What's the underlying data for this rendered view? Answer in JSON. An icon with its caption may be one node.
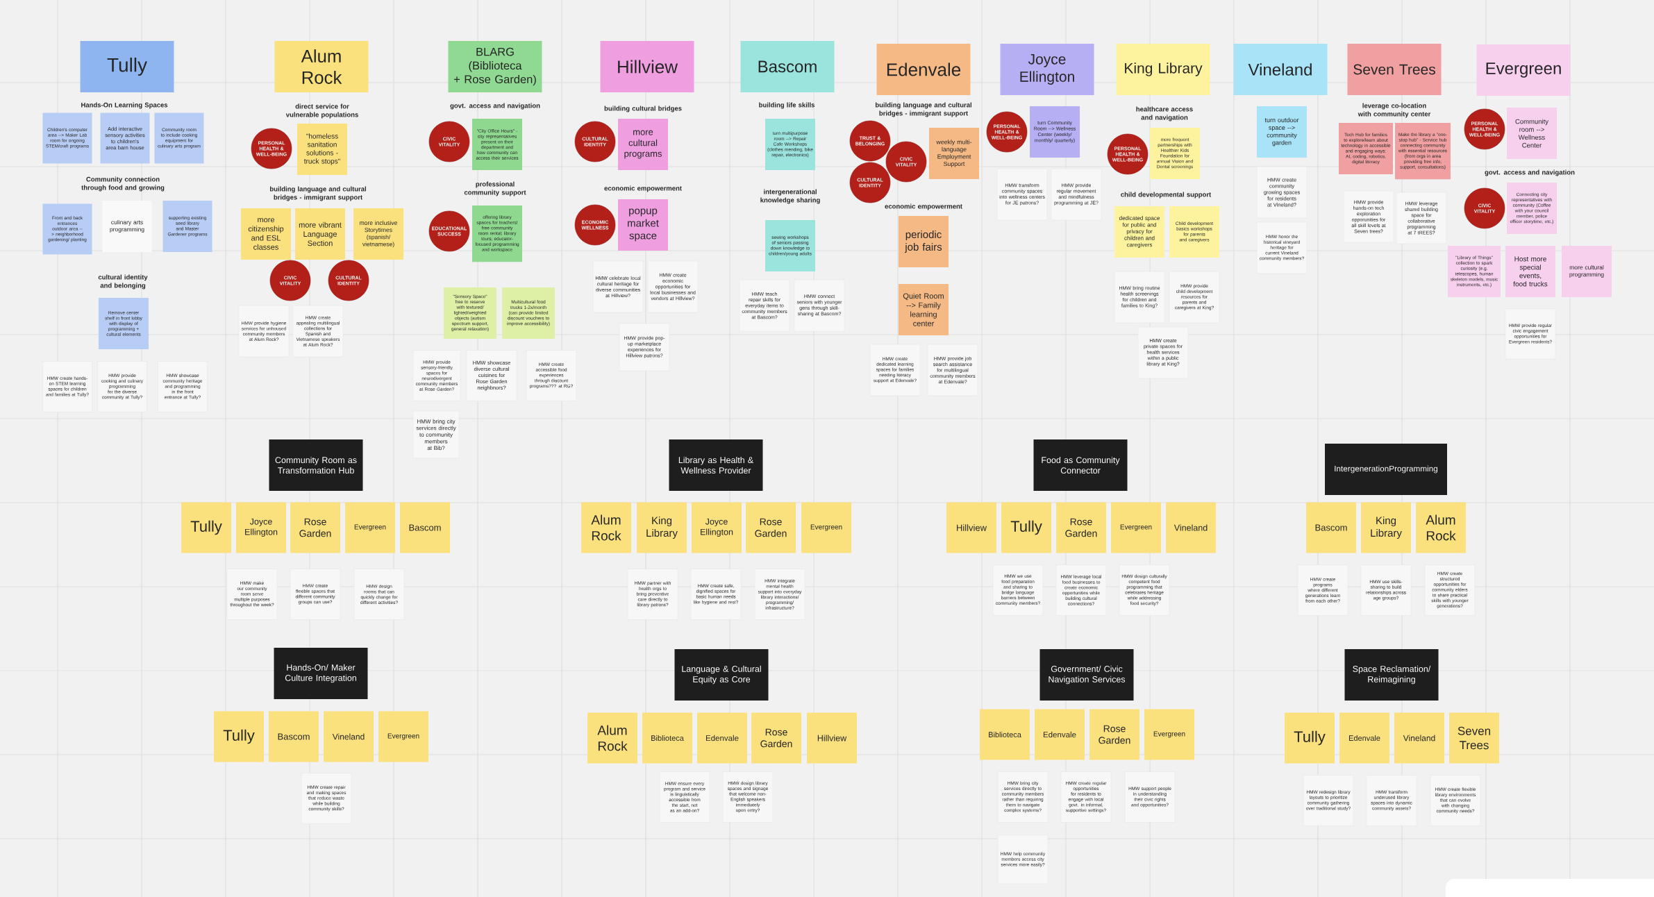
{
  "diagram": {
    "nodes": [
      {
        "text": [
          "Tully"
        ]
      },
      {
        "text": [
          "Children's computer area --> Maker Lab room for ongoing STEM/craft programs"
        ]
      },
      {
        "text": [
          "Add interactive sensory activities to children's area barn house"
        ]
      },
      {
        "text": [
          "Community room to include cooking equipment for culinary arts program"
        ]
      },
      {
        "text": [
          "Front and back entrances outdoor area --> neighborhood gardening/ planting"
        ]
      },
      {
        "text": [
          "culinary arts programming"
        ]
      },
      {
        "text": [
          "supporting existing seed library and Master Gardener programs"
        ]
      },
      {
        "text": [
          "Remove center shelf in front lobby with display of programming + cultural elements"
        ]
      },
      {
        "text": [
          "HMW create hands-on STEM learning spaces for children and families at Tully?"
        ]
      },
      {
        "text": [
          "HMW provide cooking and culinary programming for the diverse community at Tully?"
        ]
      },
      {
        "text": [
          "HMW showcase community heritage and programming in the front entrance at Tully?"
        ]
      },
      {
        "text": [
          "Alum Rock"
        ]
      },
      {
        "text": [
          "PERSONAL HEALTH & WELL-BEING"
        ]
      },
      {
        "text": [
          "\"homeless sanitation solutions - truck stops\""
        ]
      },
      {
        "text": [
          "more citizenship and ESL classes"
        ]
      },
      {
        "text": [
          "more vibrant Language Section"
        ]
      },
      {
        "text": [
          "more inclusive Storytimes (spanish/ vietnamese)"
        ]
      },
      {
        "text": [
          "CIVIC VITALITY"
        ]
      },
      {
        "text": [
          "CULTURAL IDENTITY"
        ]
      },
      {
        "text": [
          "HMW provide hygiene services for unhoused community members at Alum Rock?"
        ]
      },
      {
        "text": [
          "HMW create appealing multilingual collections for Spanish and Vietnamese speakers at Alum Rock?"
        ]
      },
      {
        "text": [
          "BLARG (Biblioteca + Rose Garden)"
        ]
      },
      {
        "text": [
          "CIVIC VITALITY"
        ]
      },
      {
        "text": [
          "\"City Office Hours\" - city representatives present on their department and how community can access their services"
        ]
      },
      {
        "text": [
          "EDUCATIONAL SUCCESS"
        ]
      },
      {
        "text": [
          "offering library spaces for teachers! free community room rental; library tours; educator-focused programming and workspace"
        ]
      },
      {
        "text": [
          "\"Sensory Space\" free to reserve with textured/lighted/weighted objects (autism spectrum support, general relaxation)"
        ]
      },
      {
        "text": [
          "Multicultural food trucks 1-2x/month (can provide limited discount vouchers to improve accessibility)"
        ]
      },
      {
        "text": [
          "HMW provide sensory-friendly spaces for neurodivergent community members at Rose Garden?"
        ]
      },
      {
        "text": [
          "HMW showcase diverse cultural cuisines for Rose Garden neighbnors?"
        ]
      },
      {
        "text": [
          "HMW create accessible food experiences through discount programs??? at RG?"
        ]
      },
      {
        "text": [
          "HMW bring city services directly to community members at Bib?"
        ]
      },
      {
        "text": [
          "Hillview"
        ]
      },
      {
        "text": [
          "CULTURAL IDENTITY"
        ]
      },
      {
        "text": [
          "more cultural programs"
        ]
      },
      {
        "text": [
          "ECONOMIC WELLNESS"
        ]
      },
      {
        "text": [
          "popup market space"
        ]
      },
      {
        "text": [
          "HMW celebrate local cultural heritage for diverse communities at Hillview?"
        ]
      },
      {
        "text": [
          "HMW create economic opportunities for local businesses and vendors at Hillview?"
        ]
      },
      {
        "text": [
          "HMW provide pop-up marketplace experiences for Hillview patrons?"
        ]
      },
      {
        "text": [
          "Bascom"
        ]
      },
      {
        "text": [
          "turn multipurpose room --> Repair Cafe Workshops (clothes mending, bike repair, electronics)"
        ]
      },
      {
        "text": [
          "sewing workshops of seniors passing down knowledge to children/young adults"
        ]
      },
      {
        "text": [
          "HMW teach repair skills for everyday items to community members at Bascom?"
        ]
      },
      {
        "text": [
          "HMW connect seniors with younger gens through skill-sharing at Bascom?"
        ]
      },
      {
        "text": [
          "Edenvale"
        ]
      },
      {
        "text": [
          "TRUST & BELONGING"
        ]
      },
      {
        "text": [
          "CIVIC VITALITY"
        ]
      },
      {
        "text": [
          "CULTURAL IDENTITY"
        ]
      },
      {
        "text": [
          "weekly multi-language Employment Support"
        ]
      },
      {
        "text": [
          "periodic job fairs"
        ]
      },
      {
        "text": [
          "Quiet Room --> Family learning center"
        ]
      },
      {
        "text": [
          "HMW create dedicated learning spaces for families needing literacy support at Edenvale?"
        ]
      },
      {
        "text": [
          "HMW provide job search assistance for multilingual community members at Edenvale?"
        ]
      },
      {
        "text": [
          "Joyce Ellington"
        ]
      },
      {
        "text": [
          "PERSONAL HEALTH & WELL-BEING"
        ]
      },
      {
        "text": [
          "turn Community Room --> Wellness Center (weekly/monthly/ quarterly)"
        ]
      },
      {
        "text": [
          "HMW transform community spaces into wellness centers for JE patrons?"
        ]
      },
      {
        "text": [
          "HMW provide regular movement and mindfulness programming at JE?"
        ]
      },
      {
        "text": [
          "King Library"
        ]
      },
      {
        "text": [
          "PERSONAL HEALTH & WELL-BEING"
        ]
      },
      {
        "text": [
          "more frequent partnerships with Healthier Kids Foundation for annual Vision and Dental screenings"
        ]
      },
      {
        "text": [
          "dedicated space for public and privacy for children and caregivers"
        ]
      },
      {
        "text": [
          "Child development basics workshops for parents and caregivers"
        ]
      },
      {
        "text": [
          "HMW bring routine health screenings for children and families to King?"
        ]
      },
      {
        "text": [
          "HMW provide child development resources for parents and caregivers at King?"
        ]
      },
      {
        "text": [
          "HMW create private spaces for health services within a public library at King?"
        ]
      },
      {
        "text": [
          "Vineland"
        ]
      },
      {
        "text": [
          "turn outdoor space --> community garden"
        ]
      },
      {
        "text": [
          "HMW create community growing spaces for residents at Vineland?"
        ]
      },
      {
        "text": [
          "HMW honor the historical vineyard heritage for current Vineland community members?"
        ]
      },
      {
        "text": [
          "Seven Trees"
        ]
      },
      {
        "text": [
          "Tech Hub for families to explore/learn about technology in accessible and engaging ways: AI, coding, robotics, digital literacy"
        ]
      },
      {
        "text": [
          "Make the library a \"one-stop hub\" - Service hub connecting community with essential resources (from orgs in area providing free info, support, consultations)"
        ]
      },
      {
        "text": [
          "HMW provide hands-on tech exploration opporunities for all skill levels at Seven trees?"
        ]
      },
      {
        "text": [
          "HMW leverage shared building space for collaborative programming at 7 tREES?"
        ]
      },
      {
        "text": [
          "Evergreen"
        ]
      },
      {
        "text": [
          "PERSONAL HEALTH & WELL-BEING"
        ]
      },
      {
        "text": [
          "Community room --> Wellness Center"
        ]
      },
      {
        "text": [
          "CIVIC VITALITY"
        ]
      },
      {
        "text": [
          "Connecting city representatives with community (Coffee with your council member, police officer storytime, etc.)"
        ]
      },
      {
        "text": [
          "\"Library of Things\" collection to spark curiosity (e.g. telescopes, human skeleton models, music instruments, etc.)"
        ]
      },
      {
        "text": [
          "Host more special events, food trucks"
        ]
      },
      {
        "text": [
          "more cultural programming"
        ]
      },
      {
        "text": [
          "HMW provide regular civic engagement opportunities for Evergreen residents?"
        ]
      },
      {
        "text": [
          "Community Room as Transformation Hub"
        ]
      },
      {
        "text": [
          "Tully"
        ]
      },
      {
        "text": [
          "Joyce Ellington"
        ]
      },
      {
        "text": [
          "Rose Garden"
        ]
      },
      {
        "text": [
          "Evergreen"
        ]
      },
      {
        "text": [
          "Bascom"
        ]
      },
      {
        "text": [
          "HMW make our community room serve multiple purposes throughout the week?"
        ]
      },
      {
        "text": [
          "HMW create flexible spaces that different community groups can use?"
        ]
      },
      {
        "text": [
          "HMW design rooms that can quickly change for different activities?"
        ]
      },
      {
        "text": [
          "Hands-On/ Maker Culture Integration"
        ]
      },
      {
        "text": [
          "Tully"
        ]
      },
      {
        "text": [
          "Bascom"
        ]
      },
      {
        "text": [
          "Vineland"
        ]
      },
      {
        "text": [
          "Evergreen"
        ]
      },
      {
        "text": [
          "HMW create repair and making spaces that reduce waste while building community skills?"
        ]
      },
      {
        "text": [
          "Library as Health & Wellness Provider"
        ]
      },
      {
        "text": [
          "Alum Rock"
        ]
      },
      {
        "text": [
          "King Library"
        ]
      },
      {
        "text": [
          "Joyce Ellington"
        ]
      },
      {
        "text": [
          "Rose Garden"
        ]
      },
      {
        "text": [
          "Evergreen"
        ]
      },
      {
        "text": [
          "HMW partner with health orgs to bring preventive care directly to library patrons?"
        ]
      },
      {
        "text": [
          "HMW create safe, dignified spaces for basic human needs like hygiene and rest?"
        ]
      },
      {
        "text": [
          "HMW integrate mental health support into everyday library interactions/ programming/ infrastructure?"
        ]
      },
      {
        "text": [
          "Language & Cultural Equity as Core"
        ]
      },
      {
        "text": [
          "Alum Rock"
        ]
      },
      {
        "text": [
          "Biblioteca"
        ]
      },
      {
        "text": [
          "Edenvale"
        ]
      },
      {
        "text": [
          "Rose Garden"
        ]
      },
      {
        "text": [
          "Hillview"
        ]
      },
      {
        "text": [
          "HMW ensure every program and service is linguistically accessible from the start, not as an add-on?"
        ]
      },
      {
        "text": [
          "HMW design library spaces and signage that welcome non-English speakers immediately upon entry?"
        ]
      },
      {
        "text": [
          "Food as Community Connector"
        ]
      },
      {
        "text": [
          "Hillview"
        ]
      },
      {
        "text": [
          "Tully"
        ]
      },
      {
        "text": [
          "Rose Garden"
        ]
      },
      {
        "text": [
          "Evergreen"
        ]
      },
      {
        "text": [
          "Vineland"
        ]
      },
      {
        "text": [
          "HMW we use food preparation and sharing to bridge language barriers between community members?"
        ]
      },
      {
        "text": [
          "HMW leverage local food businesses to create economic opportunities while building cultural connections?"
        ]
      },
      {
        "text": [
          "HMW design culturally competent food programming that celebrates heritage while addressing food security?"
        ]
      },
      {
        "text": [
          "IntergenerationProgramming"
        ]
      },
      {
        "text": [
          "Bascom"
        ]
      },
      {
        "text": [
          "King Library"
        ]
      },
      {
        "text": [
          "Alum Rock"
        ]
      },
      {
        "text": [
          "HMW create programs where different generations learn from each other?"
        ]
      },
      {
        "text": [
          "HMW use skills-sharing to build relationships across age groups?"
        ]
      },
      {
        "text": [
          "HMW create structured opportunities for community elders to share practical skills with younger generations?"
        ]
      },
      {
        "text": [
          "Government/ Civic Navigation Services"
        ]
      },
      {
        "text": [
          "Biblioteca"
        ]
      },
      {
        "text": [
          "Edenvale"
        ]
      },
      {
        "text": [
          "Rose Garden"
        ]
      },
      {
        "text": [
          "Evergreen"
        ]
      },
      {
        "text": [
          "HMW bring city services directly to community members rather than requiring them to navigate complex systems?"
        ]
      },
      {
        "text": [
          "HMW create regular opportunities for residents to engage with local govt. in informal, supportive settings?"
        ]
      },
      {
        "text": [
          "HMW support people in understanding their civic rights and opportunities?"
        ]
      },
      {
        "text": [
          "HMW help community members access city services more easily?"
        ]
      },
      {
        "text": [
          "Space Reclamation/ Reimagining"
        ]
      },
      {
        "text": [
          "Tully"
        ]
      },
      {
        "text": [
          "Edenvale"
        ]
      },
      {
        "text": [
          "Vineland"
        ]
      },
      {
        "text": [
          "Seven Trees"
        ]
      },
      {
        "text": [
          "HMW redesign library layouts to prioritize community gathering over traditional study?"
        ]
      },
      {
        "text": [
          "HMW transform underused library spaces into dynamic community assets?"
        ]
      },
      {
        "text": [
          "HMW create flexible library environments that can evolve with changing community needs?"
        ]
      }
    ],
    "labels": [
      "Hands-On Learning Spaces",
      "Community connection through food and growing",
      "cultural identity and belonging",
      "direct service for vulnerable populations",
      "building language and cultural bridges - immigrant support",
      "govt. access and navigation",
      "professional community support",
      "building cultural bridges",
      "economic empowerment",
      "building life skills",
      "intergenerational knowledge sharing",
      "building language and cultural bridges - immigrant support",
      "economic empowerment",
      "healthcare access and navigation",
      "child developmental support",
      "leverage co-location with community center",
      "govt. access and navigation"
    ]
  }
}
